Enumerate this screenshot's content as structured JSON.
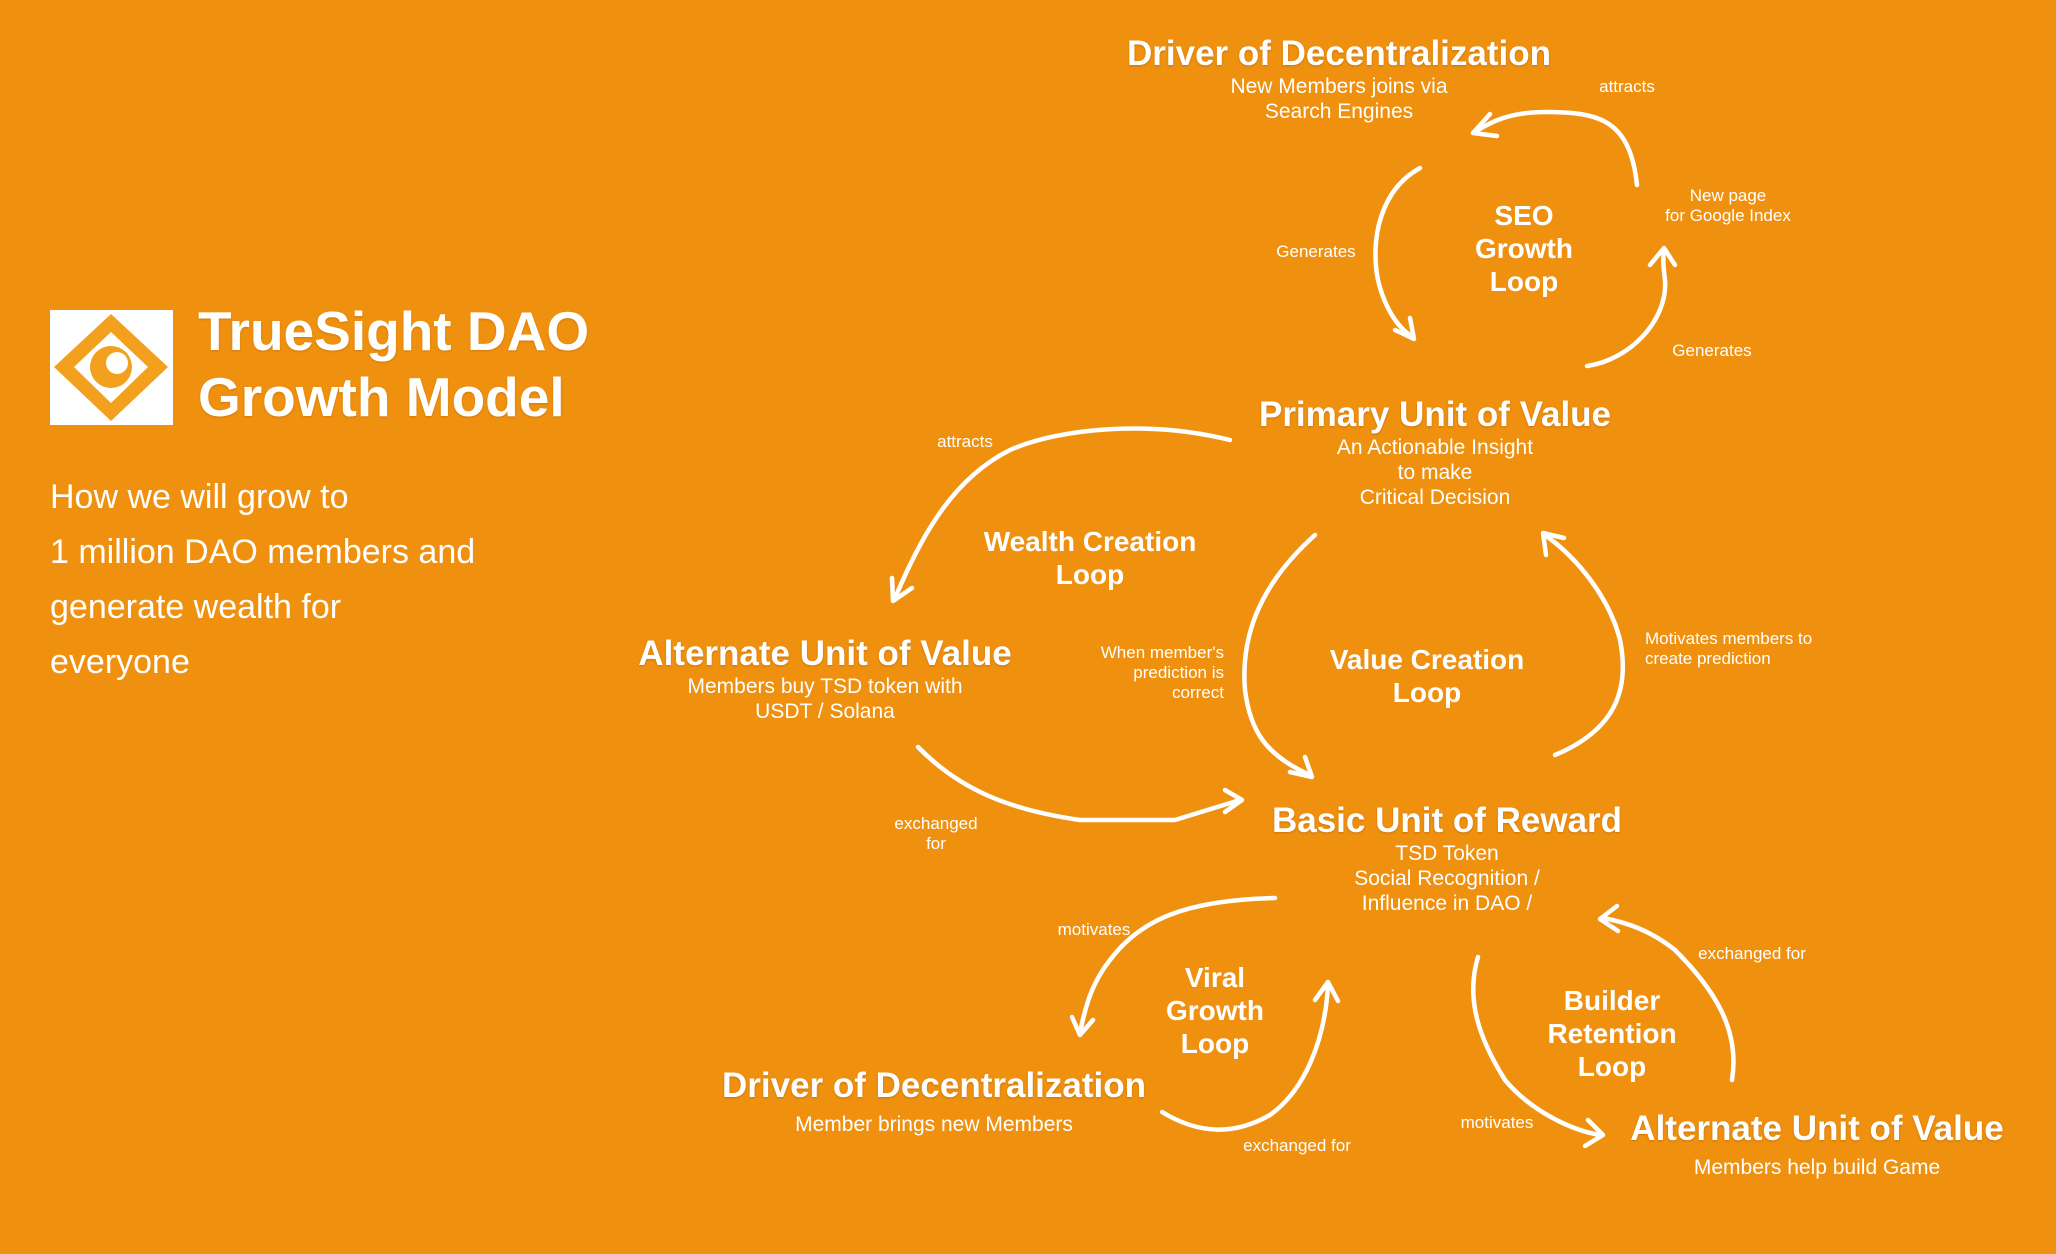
{
  "brand": {
    "title_line1": "TrueSight DAO",
    "title_line2": "Growth Model",
    "logo_icon": "truesight-logo-icon",
    "colors": {
      "background": "#F0900F",
      "logo_orange": "#F2A01E",
      "text": "#FFFFFF"
    }
  },
  "tagline": {
    "lines": [
      "How we will grow to",
      "1 million DAO members and",
      "generate wealth for",
      "everyone"
    ]
  },
  "nodes": {
    "seo_driver": {
      "title": "Driver of Decentralization",
      "sub": [
        "New Members joins via",
        "Search Engines"
      ]
    },
    "primary": {
      "title": "Primary Unit of Value",
      "sub": [
        "An Actionable Insight",
        "to make",
        "Critical Decision"
      ]
    },
    "alternate_token": {
      "title": "Alternate Unit of Value",
      "sub": [
        "Members buy TSD token with",
        "USDT / Solana"
      ]
    },
    "basic_reward": {
      "title": "Basic Unit of Reward",
      "sub": [
        "TSD Token",
        "Social Recognition /",
        "Influence in DAO /"
      ]
    },
    "viral_driver": {
      "title": "Driver of Decentralization",
      "sub": [
        "Member brings new Members"
      ]
    },
    "alternate_game": {
      "title": "Alternate Unit of Value",
      "sub": [
        "Members help build Game"
      ]
    }
  },
  "loops": {
    "seo": [
      "SEO",
      "Growth",
      "Loop"
    ],
    "wealth": [
      "Wealth Creation",
      "Loop"
    ],
    "value": [
      "Value Creation",
      "Loop"
    ],
    "viral": [
      "Viral",
      "Growth",
      "Loop"
    ],
    "builder": [
      "Builder",
      "Retention",
      "Loop"
    ]
  },
  "edges": {
    "seo_attracts": [
      "attracts"
    ],
    "seo_new_page": [
      "New page",
      "for Google Index"
    ],
    "seo_generates_left": [
      "Generates"
    ],
    "seo_generates_right": [
      "Generates"
    ],
    "wealth_attracts": [
      "attracts"
    ],
    "wealth_exchanged": [
      "exchanged",
      "for"
    ],
    "value_correct": [
      "When member's",
      "prediction is",
      "correct"
    ],
    "value_motivates": [
      "Motivates members to",
      "create prediction"
    ],
    "viral_motivates": [
      "motivates"
    ],
    "viral_exchanged": [
      "exchanged for"
    ],
    "builder_motivates": [
      "motivates"
    ],
    "builder_exchanged": [
      "exchanged for"
    ]
  }
}
